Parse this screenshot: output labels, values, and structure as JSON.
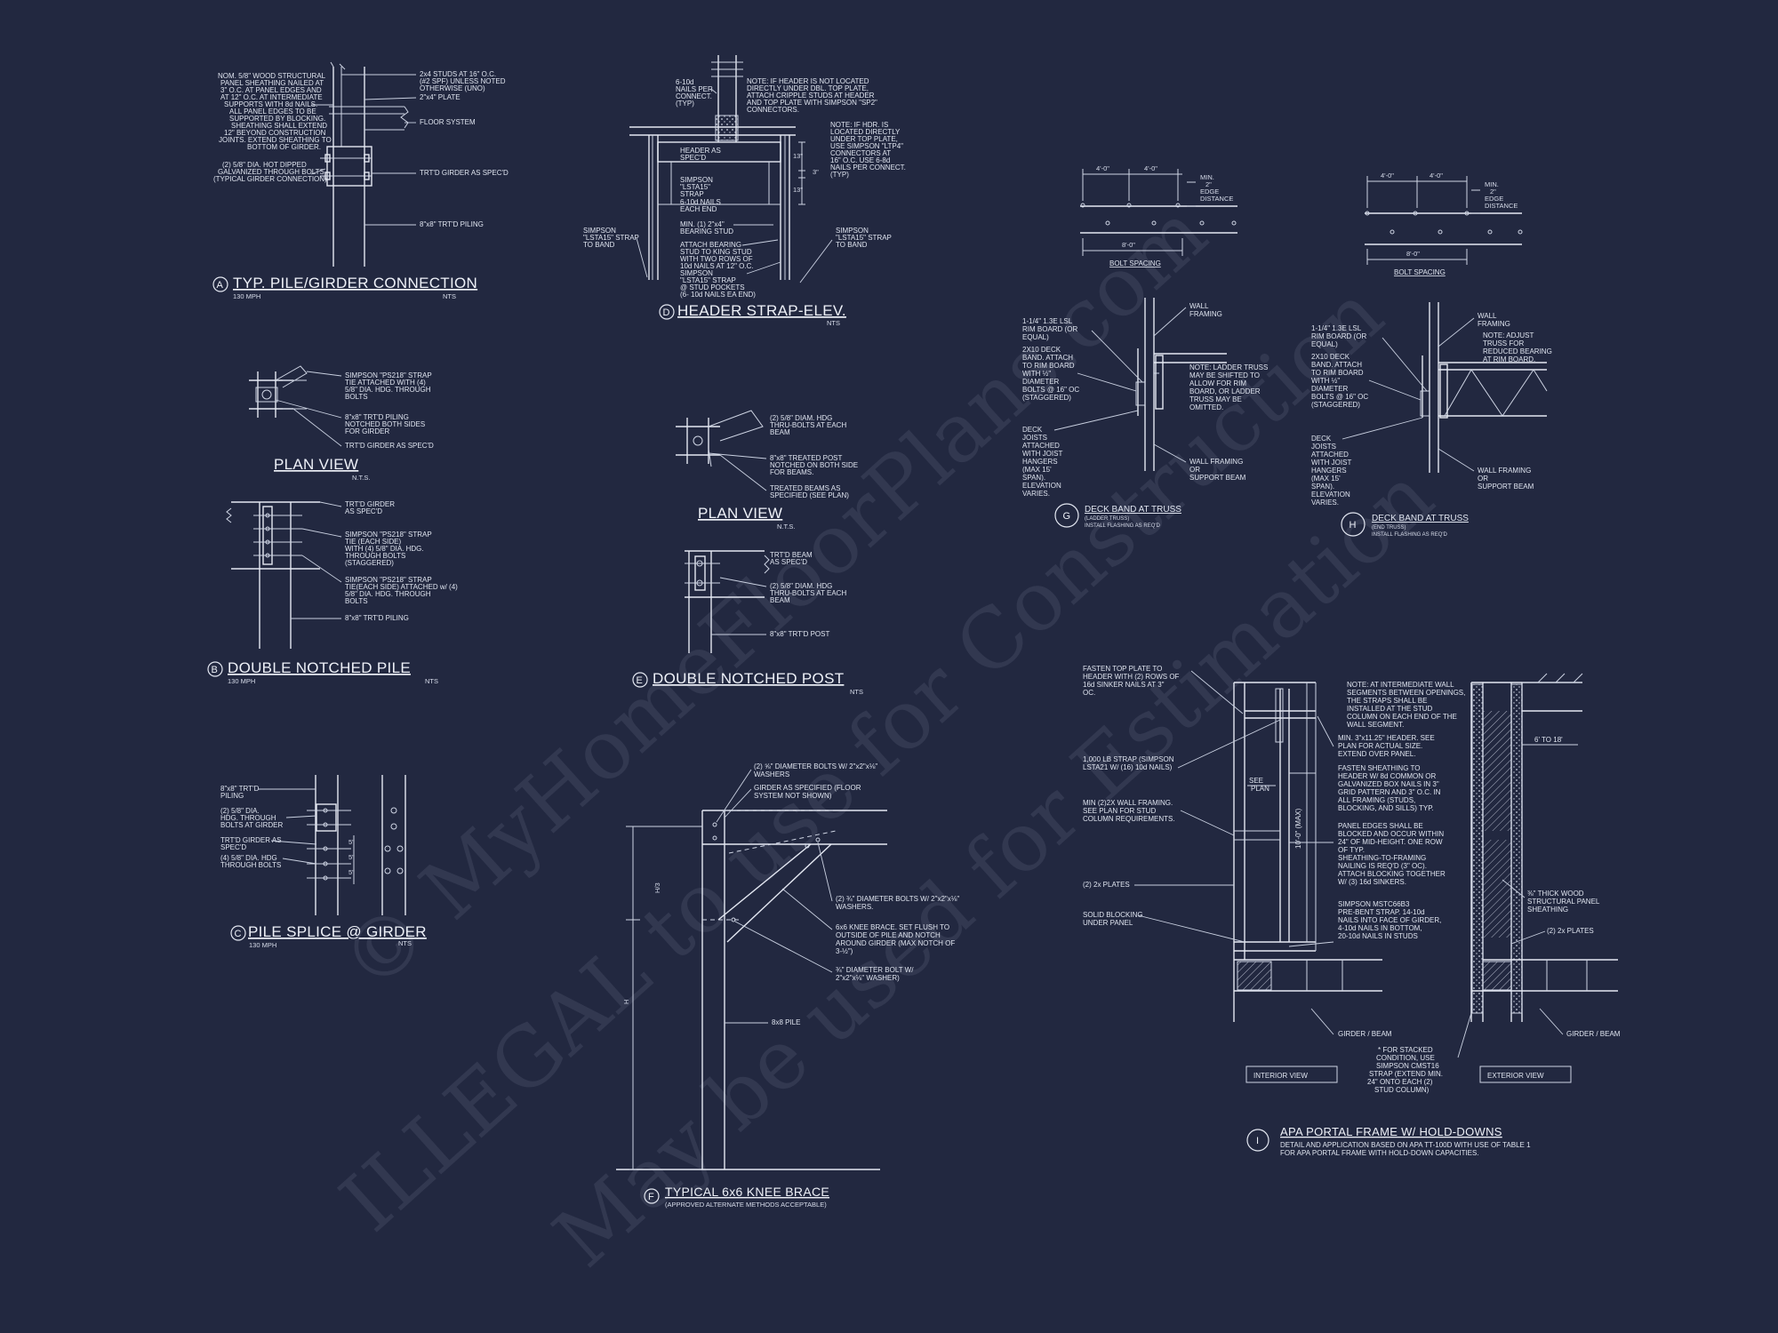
{
  "sheet": {
    "background": "#222840",
    "line_color": "#e4e8f2",
    "watermark_lines": [
      "© MyHomeFloorPlans.com",
      "ILLEGAL to use for Construction",
      "May be used for Estimation"
    ]
  },
  "details": {
    "A": {
      "id": "A",
      "title": "TYP. PILE/GIRDER CONNECTION",
      "sub_left": "130 MPH",
      "sub_right": "NTS",
      "notes": {
        "sheathing": [
          "NOM. 5/8\" WOOD STRUCTURAL",
          "PANEL SHEATHING NAILED AT",
          "3\" O.C. AT PANEL EDGES AND",
          "AT 12\" O.C. AT INTERMEDIATE",
          "SUPPORTS WITH 8d NAILS.",
          "ALL PANEL EDGES TO BE",
          "SUPPORTED BY BLOCKING.",
          "SHEATHING SHALL EXTEND",
          "12\" BEYOND CONSTRUCTION",
          "JOINTS. EXTEND SHEATHING TO",
          "BOTTOM OF GIRDER."
        ],
        "bolts": [
          "(2) 5/8\" DIA. HOT DIPPED",
          "GALVANIZED THROUGH BOLTS",
          "(TYPICAL GIRDER CONNECTION)"
        ],
        "studs": [
          "2x4 STUDS AT 16\" O.C.",
          "(#2 SPF) UNLESS NOTED",
          "OTHERWISE (UNO)"
        ],
        "plate": "2\"x4\" PLATE",
        "floor": "FLOOR SYSTEM",
        "girder": "TRT'D GIRDER AS SPEC'D",
        "piling": "8\"x8\" TRT'D PILING"
      }
    },
    "plan1": {
      "title": "PLAN VIEW",
      "sub": "N.T.S.",
      "notes": {
        "strap": [
          "SIMPSON \"PS218\" STRAP",
          "TIE ATTACHED WITH (4)",
          "5/8\" DIA. HDG. THROUGH",
          "BOLTS"
        ],
        "piling": [
          "8\"x8\" TRT'D PILING",
          "NOTCHED BOTH SIDES",
          "FOR GIRDER"
        ],
        "girder": "TRT'D GIRDER AS SPEC'D"
      }
    },
    "B": {
      "id": "B",
      "title": "DOUBLE NOTCHED PILE",
      "sub_left": "130 MPH",
      "sub_right": "NTS",
      "notes": {
        "girder": [
          "TRT'D GIRDER",
          "AS SPEC'D"
        ],
        "strap1": [
          "SIMPSON \"PS218\" STRAP",
          "TIE (EACH SIDE)",
          "WITH (4) 5/8\" DIA. HDG.",
          "THROUGH BOLTS",
          "(STAGGERED)"
        ],
        "strap2": [
          "SIMPSON \"PS218\" STRAP",
          "TIE(EACH SIDE) ATTACHED w/ (4)",
          "5/8\" DIA. HDG. THROUGH",
          "BOLTS"
        ],
        "piling": "8\"x8\" TRT'D PILING"
      }
    },
    "C": {
      "id": "C",
      "title": "PILE SPLICE @ GIRDER",
      "sub_left": "130 MPH",
      "sub_right": "NTS",
      "notes": {
        "piling": [
          "8\"x8\" TRT'D",
          "PILING"
        ],
        "bolts1": [
          "(2) 5/8\" DIA.",
          "HDG. THROUGH",
          "BOLTS AT GIRDER"
        ],
        "girder": [
          "TRT'D GIRDER AS",
          "SPEC'D"
        ],
        "bolts2": [
          "(4) 5/8\" DIA. HDG",
          "THROUGH BOLTS"
        ],
        "dims": [
          "5\"",
          "5\"",
          "5\""
        ]
      }
    },
    "D": {
      "id": "D",
      "title": "HEADER STRAP-ELEV.",
      "sub_right": "NTS",
      "notes": {
        "nails": [
          "6-10d",
          "NAILS PER",
          "CONNECT.",
          "(TYP)"
        ],
        "note1": [
          "NOTE: IF HEADER IS NOT LOCATED",
          "DIRECTLY UNDER DBL. TOP PLATE,",
          "ATTACH CRIPPLE STUDS AT HEADER",
          "AND TOP PLATE WITH SIMPSON \"SP2\"",
          "CONNECTORS."
        ],
        "note2": [
          "NOTE: IF HDR. IS",
          "LOCATED DIRECTLY",
          "UNDER TOP PLATE,",
          "USE SIMPSON \"LTP4\"",
          "CONNECTORS AT",
          "16\" O.C.  USE 6-8d",
          "NAILS PER CONNECT.",
          "(TYP)"
        ],
        "header": [
          "HEADER AS",
          "SPEC'D"
        ],
        "strap": [
          "SIMPSON",
          "\"LSTA15\"",
          "STRAP"
        ],
        "nails2": [
          "6-10d NAILS",
          "EACH END"
        ],
        "bearing": [
          "MIN. (1) 2\"x4\"",
          "BEARING STUD"
        ],
        "attach": [
          "ATTACH BEARING",
          "STUD TO KING STUD",
          "WITH TWO ROWS OF",
          "10d NAILS AT 12\" O.C."
        ],
        "strap_pockets": [
          "SIMPSON",
          "\"LSTA15\" STRAP",
          "@ STUD POCKETS",
          "(6- 10d NAILS EA END)"
        ],
        "left_strap": [
          "SIMPSON",
          "\"LSTA15\" STRAP",
          "TO BAND"
        ],
        "right_strap": [
          "SIMPSON",
          "\"LSTA15\" STRAP",
          "TO BAND"
        ],
        "dims": [
          "13\"",
          "3\"",
          "13\""
        ]
      }
    },
    "plan2": {
      "title": "PLAN VIEW",
      "sub": "N.T.S.",
      "notes": {
        "bolts": [
          "(2) 5/8\" DIAM. HDG",
          "THRU-BOLTS AT EACH",
          "BEAM"
        ],
        "post": [
          "8\"x8\" TREATED POST",
          "NOTCHED ON BOTH SIDE",
          "FOR BEAMS."
        ],
        "beams": [
          "TREATED BEAMS AS",
          "SPECIFIED (SEE PLAN)"
        ]
      }
    },
    "E": {
      "id": "E",
      "title": "DOUBLE NOTCHED POST",
      "sub_right": "NTS",
      "notes": {
        "beam": [
          "TRT'D BEAM",
          "AS SPEC'D"
        ],
        "bolts": [
          "(2) 5/8\" DIAM. HDG",
          "THRU-BOLTS AT EACH",
          "BEAM"
        ],
        "post": "8\"x8\" TRT'D POST"
      }
    },
    "F": {
      "id": "F",
      "title": "TYPICAL 6x6 KNEE BRACE",
      "sub": "(APPROVED ALTERNATE METHODS ACCEPTABLE)",
      "notes": {
        "bolts1": [
          "(2) ⅝\" DIAMETER BOLTS W/ 2\"x2\"x⅛\"",
          "WASHERS"
        ],
        "girder": [
          "GIRDER AS SPECIFIED (FLOOR",
          "SYSTEM NOT SHOWN)"
        ],
        "bolts2": [
          "(2) ¾\" DIAMETER BOLTS W/ 2\"x2\"x⅛\"",
          "WASHERS."
        ],
        "brace": [
          "6x6 KNEE BRACE. SET FLUSH TO",
          "OUTSIDE OF PILE AND NOTCH",
          "AROUND GIRDER (MAX NOTCH OF",
          "3-½\")"
        ],
        "bolt3": [
          "¾\" DIAMETER BOLT W/",
          "2\"x2\"x⅛\" WASHER)"
        ],
        "pile": "8x8 PILE",
        "dim_h3": "H/3",
        "dim_h": "H"
      }
    },
    "G": {
      "id": "G",
      "bolt_spacing": {
        "dim1": "4'-0\"",
        "dim2": "4'-0\"",
        "dim3": "8'-0\"",
        "edge": [
          "MIN.",
          "2\"",
          "EDGE",
          "DISTANCE"
        ],
        "label": "BOLT SPACING"
      },
      "title": "DECK BAND AT TRUSS",
      "sub": [
        "(LADDER TRUSS)",
        "INSTALL FLASHING AS REQ'D"
      ],
      "notes": {
        "rim": [
          "1-1/4\" 1.3E LSL",
          "RIM BOARD (OR",
          "EQUAL)",
          "2X10 DECK",
          "BAND. ATTACH",
          "TO RIM BOARD",
          "WITH ½\"",
          "DIAMETER",
          "BOLTS @ 16\" OC",
          "(STAGGERED)"
        ],
        "joists": [
          "DECK",
          "JOISTS",
          "ATTACHED",
          "WITH JOIST",
          "HANGERS",
          "(MAX 15'",
          "SPAN).",
          "ELEVATION",
          "VARIES."
        ],
        "wall_top": [
          "WALL",
          "FRAMING"
        ],
        "note": [
          "NOTE: LADDER TRUSS",
          "MAY BE SHIFTED TO",
          "ALLOW FOR RIM",
          "BOARD, OR LADDER",
          "TRUSS MAY BE",
          "OMITTED."
        ],
        "wall_bot": [
          "WALL FRAMING",
          "OR",
          "SUPPORT BEAM"
        ]
      }
    },
    "H": {
      "id": "H",
      "bolt_spacing": {
        "dim1": "4'-0\"",
        "dim2": "4'-0\"",
        "dim3": "8'-0\"",
        "edge": [
          "MIN.",
          "2\"",
          "EDGE",
          "DISTANCE"
        ],
        "label": "BOLT SPACING"
      },
      "title": "DECK BAND AT TRUSS",
      "sub": [
        "(END TRUSS)",
        "INSTALL FLASHING AS REQ'D"
      ],
      "notes": {
        "rim": [
          "1-1/4\" 1.3E LSL",
          "RIM BOARD (OR",
          "EQUAL)",
          "2X10 DECK",
          "BAND. ATTACH",
          "TO RIM BOARD",
          "WITH ½\"",
          "DIAMETER",
          "BOLTS @ 16\" OC",
          "(STAGGERED)"
        ],
        "joists": [
          "DECK",
          "JOISTS",
          "ATTACHED",
          "WITH JOIST",
          "HANGERS",
          "(MAX 15'",
          "SPAN).",
          "ELEVATION",
          "VARIES."
        ],
        "wall_top": [
          "WALL",
          "FRAMING"
        ],
        "note": [
          "NOTE: ADJUST",
          "TRUSS FOR",
          "REDUCED BEARING",
          "AT RIM BOARD."
        ],
        "wall_bot": [
          "WALL FRAMING",
          "OR",
          "SUPPORT BEAM"
        ]
      }
    },
    "I": {
      "id": "I",
      "title": "APA PORTAL FRAME W/ HOLD-DOWNS",
      "sub": [
        "DETAIL AND APPLICATION BASED ON APA TT-100D WITH USE OF TABLE 1",
        "FOR APA PORTAL FRAME WITH HOLD-DOWN CAPACITIES."
      ],
      "notes": {
        "fasten": [
          "FASTEN TOP PLATE TO",
          "HEADER WITH (2) ROWS OF",
          "16d SINKER NAILS AT 3\"",
          "OC."
        ],
        "strap": [
          "1,000 LB STRAP (SIMPSON",
          "LSTA21 W/ (16) 10d NAILS)"
        ],
        "min_framing": [
          "MIN (2)2X WALL FRAMING.",
          "SEE PLAN FOR STUD",
          "COLUMN REQUIREMENTS."
        ],
        "plates": "(2) 2x PLATES",
        "blocking": [
          "SOLID BLOCKING",
          "UNDER PANEL"
        ],
        "note": [
          "NOTE: AT INTERMEDIATE WALL",
          "SEGMENTS BETWEEN OPENINGS,",
          "THE STRAPS SHALL BE",
          "INSTALLED AT THE STUD",
          "COLUMN ON EACH END OF THE",
          "WALL SEGMENT."
        ],
        "header": [
          "MIN. 3\"x11.25\" HEADER. SEE",
          "PLAN FOR ACTUAL SIZE.",
          "EXTEND OVER PANEL."
        ],
        "sheathing_nails": [
          "FASTEN SHEATHING TO",
          "HEADER W/ 8d COMMON OR",
          "GALVANIZED BOX NAILS IN 3\"",
          "GRID PATTERN AND 3\" O.C. IN",
          "ALL FRAMING (STUDS,",
          "BLOCKING, AND SILLS) TYP."
        ],
        "panel_edges": [
          "PANEL EDGES SHALL BE",
          "BLOCKED AND OCCUR WITHIN",
          "24\" OF MID-HEIGHT.  ONE ROW",
          "OF TYP.",
          "SHEATHING-TO-FRAMING",
          "NAILING IS REQ'D (3\" OC).",
          "ATTACH BLOCKING TOGETHER",
          "W/ (3) 16d SINKERS."
        ],
        "mst": [
          "SIMPSON MSTC66B3",
          "PRE-BENT STRAP. 14-10d",
          "NAILS INTO FACE OF GIRDER,",
          "4-10d NAILS IN BOTTOM,",
          "20-10d NAILS IN STUDS"
        ],
        "see_plan": [
          "SEE",
          "PLAN"
        ],
        "height": "10'-0\" (MAX)",
        "dist": "6' TO 18'",
        "panel_sheathing": [
          "⅜\" THICK WOOD",
          "STRUCTURAL PANEL",
          "SHEATHING"
        ],
        "plates2": "(2) 2x PLATES",
        "girder1": "GIRDER / BEAM",
        "girder2": "GIRDER / BEAM",
        "stacked": [
          "* FOR STACKED",
          "CONDITION, USE",
          "SIMPSON CMST16",
          "STRAP (EXTEND MIN.",
          "24\" ONTO EACH (2)",
          "STUD COLUMN)"
        ],
        "interior": "INTERIOR VIEW",
        "exterior": "EXTERIOR VIEW"
      }
    }
  }
}
